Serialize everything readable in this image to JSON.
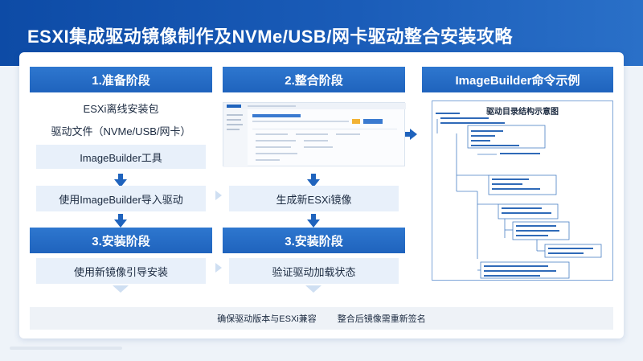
{
  "title": "ESXI集成驱动镜像制作及NVMe/USB/网卡驱动整合安装攻略",
  "colors": {
    "primary": "#1f63bd",
    "banner": "#0d4ba6",
    "light": "#e8f0fa"
  },
  "col1": {
    "phase1": "1.准备阶段",
    "items": [
      "ESXi离线安装包",
      "驱动文件（NVMe/USB/网卡）",
      "ImageBuilder工具"
    ],
    "import_step": "使用ImageBuilder导入驱动",
    "phase3": "3.安装阶段",
    "boot_step": "使用新镜像引导安装"
  },
  "col2": {
    "phase2": "2.整合阶段",
    "generate_step": "生成新ESXi镜像",
    "phase3": "3.安装阶段",
    "verify_step": "验证驱动加载状态"
  },
  "col3": {
    "header": "ImageBuilder命令示例",
    "tree_title": "驱动目录结构示意图"
  },
  "footer": {
    "note1": "确保驱动版本与ESXi兼容",
    "note2": "整合后镜像需重新签名"
  }
}
